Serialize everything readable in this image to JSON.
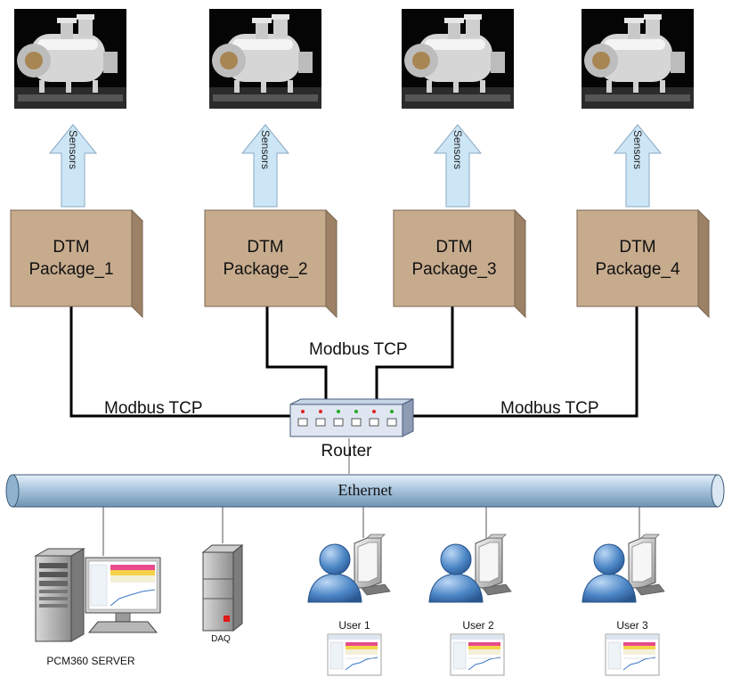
{
  "packages": [
    {
      "line1": "DTM",
      "line2": "Package_1"
    },
    {
      "line1": "DTM",
      "line2": "Package_2"
    },
    {
      "line1": "DTM",
      "line2": "Package_3"
    },
    {
      "line1": "DTM",
      "line2": "Package_4"
    }
  ],
  "sensor_label": "Sensors",
  "links": {
    "left": "Modbus TCP",
    "center": "Modbus TCP",
    "right": "Modbus TCP"
  },
  "router_label": "Router",
  "network_label": "Ethernet",
  "server_label": "PCM360 SERVER",
  "daq_label": "DAQ",
  "users": [
    "User 1",
    "User 2",
    "User 3"
  ]
}
